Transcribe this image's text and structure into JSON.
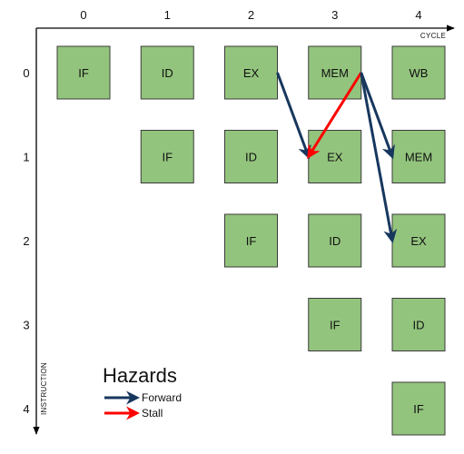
{
  "axes": {
    "cycle_title": "CYCLE",
    "instruction_title": "INSTRUCTION",
    "cycles": [
      "0",
      "1",
      "2",
      "3",
      "4"
    ],
    "instructions": [
      "0",
      "1",
      "2",
      "3",
      "4"
    ]
  },
  "stages": [
    {
      "label": "IF",
      "instruction": 0,
      "cycle": 0
    },
    {
      "label": "ID",
      "instruction": 0,
      "cycle": 1
    },
    {
      "label": "EX",
      "instruction": 0,
      "cycle": 2
    },
    {
      "label": "MEM",
      "instruction": 0,
      "cycle": 3
    },
    {
      "label": "WB",
      "instruction": 0,
      "cycle": 4
    },
    {
      "label": "IF",
      "instruction": 1,
      "cycle": 1
    },
    {
      "label": "ID",
      "instruction": 1,
      "cycle": 2
    },
    {
      "label": "EX",
      "instruction": 1,
      "cycle": 3
    },
    {
      "label": "MEM",
      "instruction": 1,
      "cycle": 4
    },
    {
      "label": "IF",
      "instruction": 2,
      "cycle": 2
    },
    {
      "label": "ID",
      "instruction": 2,
      "cycle": 3
    },
    {
      "label": "EX",
      "instruction": 2,
      "cycle": 4
    },
    {
      "label": "IF",
      "instruction": 3,
      "cycle": 3
    },
    {
      "label": "ID",
      "instruction": 3,
      "cycle": 4
    },
    {
      "label": "IF",
      "instruction": 4,
      "cycle": 4
    }
  ],
  "hazards": [
    {
      "type": "forward",
      "from": {
        "instruction": 0,
        "cycle": 2
      },
      "to": {
        "instruction": 1,
        "cycle": 3
      }
    },
    {
      "type": "stall",
      "from": {
        "instruction": 0,
        "cycle": 3
      },
      "to": {
        "instruction": 1,
        "cycle": 3
      }
    },
    {
      "type": "forward",
      "from": {
        "instruction": 0,
        "cycle": 3
      },
      "to": {
        "instruction": 1,
        "cycle": 4
      }
    },
    {
      "type": "forward",
      "from": {
        "instruction": 0,
        "cycle": 3
      },
      "to": {
        "instruction": 2,
        "cycle": 4
      }
    }
  ],
  "legend": {
    "title": "Hazards",
    "items": [
      {
        "type": "forward",
        "label": "Forward"
      },
      {
        "type": "stall",
        "label": "Stall"
      }
    ]
  },
  "colors": {
    "box_fill": "#93c47d",
    "box_stroke": "#3b3b3b",
    "forward": "#17375e",
    "stall": "#ff0000",
    "axis": "#000000"
  }
}
